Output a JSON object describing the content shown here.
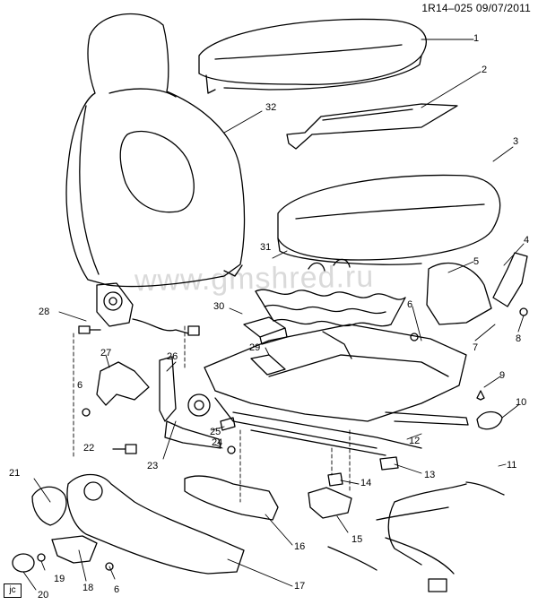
{
  "header": {
    "code": "1R14–025 09/07/2011"
  },
  "watermark": "www.gmshred.ru",
  "corner_tag": "jc",
  "callouts": [
    {
      "id": "1",
      "text": "1"
    },
    {
      "id": "2",
      "text": "2"
    },
    {
      "id": "3",
      "text": "3"
    },
    {
      "id": "4",
      "text": "4"
    },
    {
      "id": "5",
      "text": "5"
    },
    {
      "id": "6a",
      "text": "6"
    },
    {
      "id": "7",
      "text": "7"
    },
    {
      "id": "8",
      "text": "8"
    },
    {
      "id": "9",
      "text": "9"
    },
    {
      "id": "10",
      "text": "10"
    },
    {
      "id": "11",
      "text": "11"
    },
    {
      "id": "12",
      "text": "12"
    },
    {
      "id": "13",
      "text": "13"
    },
    {
      "id": "14",
      "text": "14"
    },
    {
      "id": "15",
      "text": "15"
    },
    {
      "id": "16",
      "text": "16"
    },
    {
      "id": "17",
      "text": "17"
    },
    {
      "id": "18",
      "text": "18"
    },
    {
      "id": "19",
      "text": "19"
    },
    {
      "id": "20",
      "text": "20"
    },
    {
      "id": "21",
      "text": "21"
    },
    {
      "id": "22",
      "text": "22"
    },
    {
      "id": "23",
      "text": "23"
    },
    {
      "id": "24",
      "text": "24"
    },
    {
      "id": "25",
      "text": "25"
    },
    {
      "id": "26",
      "text": "26"
    },
    {
      "id": "27",
      "text": "27"
    },
    {
      "id": "28",
      "text": "28"
    },
    {
      "id": "29",
      "text": "29"
    },
    {
      "id": "30",
      "text": "30"
    },
    {
      "id": "31",
      "text": "31"
    },
    {
      "id": "32",
      "text": "32"
    },
    {
      "id": "6b",
      "text": "6"
    },
    {
      "id": "6c",
      "text": "6"
    }
  ]
}
